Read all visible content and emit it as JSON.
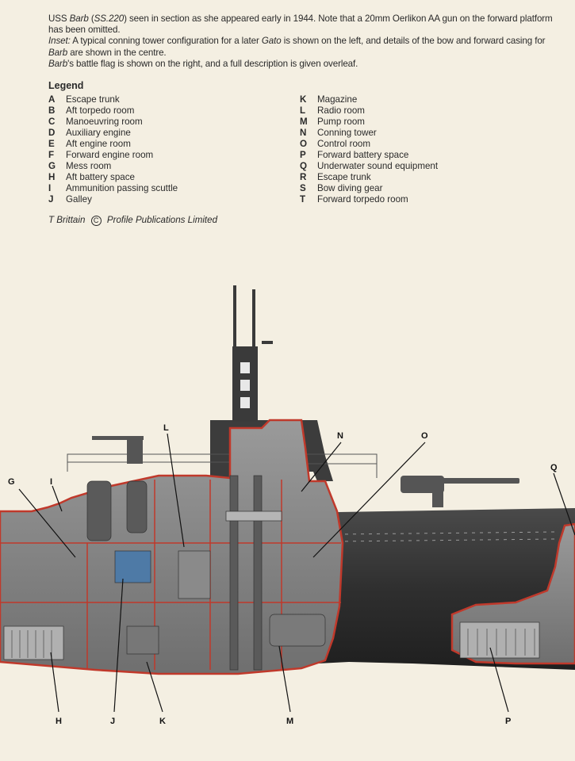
{
  "caption": {
    "line1_a": "USS ",
    "line1_b": "Barb",
    "line1_c": " (",
    "line1_d": "SS.220",
    "line1_e": ") seen in section as she appeared early in 1944. Note that a 20mm Oerlikon AA gun on the forward platform has been omitted.",
    "line2_a": "Inset:",
    "line2_b": " A typical conning tower configuration for a later ",
    "line2_c": "Gato",
    "line2_d": " is shown on the left, and details of the bow and forward casing for ",
    "line2_e": "Barb",
    "line2_f": " are shown in the centre.",
    "line3_a": "Barb",
    "line3_b": "'s battle flag is shown on the right, and a full description is given overleaf."
  },
  "legend": {
    "title": "Legend",
    "left": [
      {
        "letter": "A",
        "label": "Escape trunk"
      },
      {
        "letter": "B",
        "label": "Aft torpedo room"
      },
      {
        "letter": "C",
        "label": "Manoeuvring room"
      },
      {
        "letter": "D",
        "label": "Auxiliary engine"
      },
      {
        "letter": "E",
        "label": "Aft engine room"
      },
      {
        "letter": "F",
        "label": "Forward engine room"
      },
      {
        "letter": "G",
        "label": "Mess room"
      },
      {
        "letter": "H",
        "label": "Aft battery space"
      },
      {
        "letter": "I",
        "label": "Ammunition passing scuttle"
      },
      {
        "letter": "J",
        "label": "Galley"
      }
    ],
    "right": [
      {
        "letter": "K",
        "label": "Magazine"
      },
      {
        "letter": "L",
        "label": "Radio room"
      },
      {
        "letter": "M",
        "label": "Pump room"
      },
      {
        "letter": "N",
        "label": "Conning tower"
      },
      {
        "letter": "O",
        "label": "Control room"
      },
      {
        "letter": "P",
        "label": "Forward battery space"
      },
      {
        "letter": "Q",
        "label": "Underwater sound equipment"
      },
      {
        "letter": "R",
        "label": "Escape trunk"
      },
      {
        "letter": "S",
        "label": "Bow diving gear"
      },
      {
        "letter": "T",
        "label": "Forward torpedo room"
      }
    ]
  },
  "credit": {
    "artist": "T Brittain",
    "copyright_symbol": "C",
    "publisher": "Profile Publications Limited"
  },
  "callouts": {
    "G": "G",
    "I": "I",
    "L": "L",
    "N": "N",
    "O": "O",
    "Q": "Q",
    "H": "H",
    "J": "J",
    "K": "K",
    "M": "M",
    "P": "P"
  },
  "colors": {
    "paper": "#f4efe2",
    "hull": "#3a3a3a",
    "interior": "#8c8c8c",
    "cut_edge": "#c0392b"
  }
}
